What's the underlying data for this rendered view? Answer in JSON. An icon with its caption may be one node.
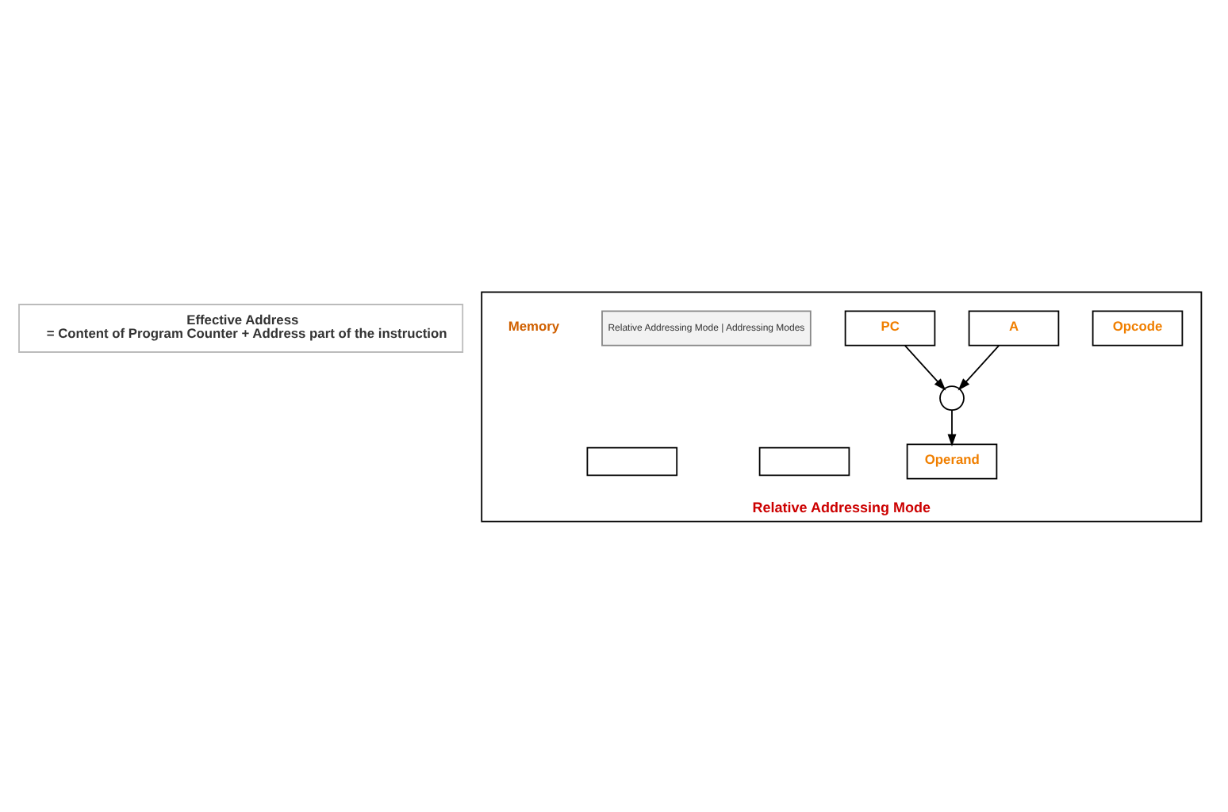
{
  "diagram": {
    "nodes": [
      {
        "text": [
          "Effective Address",
          "= Content of Program Counter + Address part of the instruction"
        ]
      },
      {
        "text": [
          "Relative Addressing Mode"
        ]
      },
      {
        "text": [
          "Opcode"
        ],
        "in": 1
      },
      {
        "text": [
          "A"
        ],
        "in": 1
      },
      {
        "text": [],
        "shape": "circle",
        "in": 1
      },
      {
        "text": [
          "PC"
        ],
        "in": 1
      },
      {
        "text": [
          "Operand"
        ],
        "in": 1
      },
      {
        "text": [],
        "shape": "box",
        "in": 1
      },
      {
        "text": [],
        "shape": "box",
        "in": 1
      }
    ],
    "edges": [
      {
        "from": 3,
        "to": 4,
        "arrow": "to"
      },
      {
        "from": 5,
        "to": 4,
        "arrow": "to"
      },
      {
        "from": 4,
        "to": 6,
        "arrow": "to"
      }
    ],
    "labels": [
      "Relative Addressing Mode | Addressing Modes",
      "Memory"
    ]
  }
}
